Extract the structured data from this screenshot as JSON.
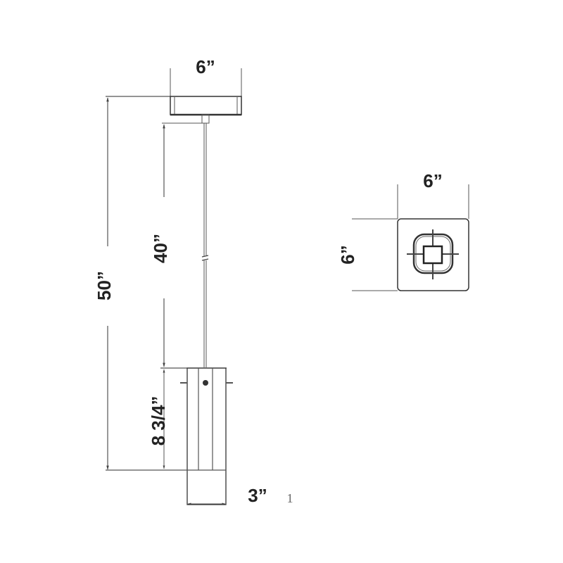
{
  "drawing": {
    "title": "Pendant light dimension drawing",
    "colors": {
      "line": "#555555",
      "outline": "#333333",
      "text": "#222222",
      "background": "#ffffff"
    },
    "side_view": {
      "canopy_width_label": "6”",
      "overall_height_label": "50”",
      "cord_length_label": "40”",
      "shade_height_label": "8 3/4”",
      "shade_width_label": "3”",
      "footnote_mark": "1"
    },
    "top_view": {
      "canopy_width_label": "6”",
      "canopy_depth_label": "6”"
    }
  }
}
